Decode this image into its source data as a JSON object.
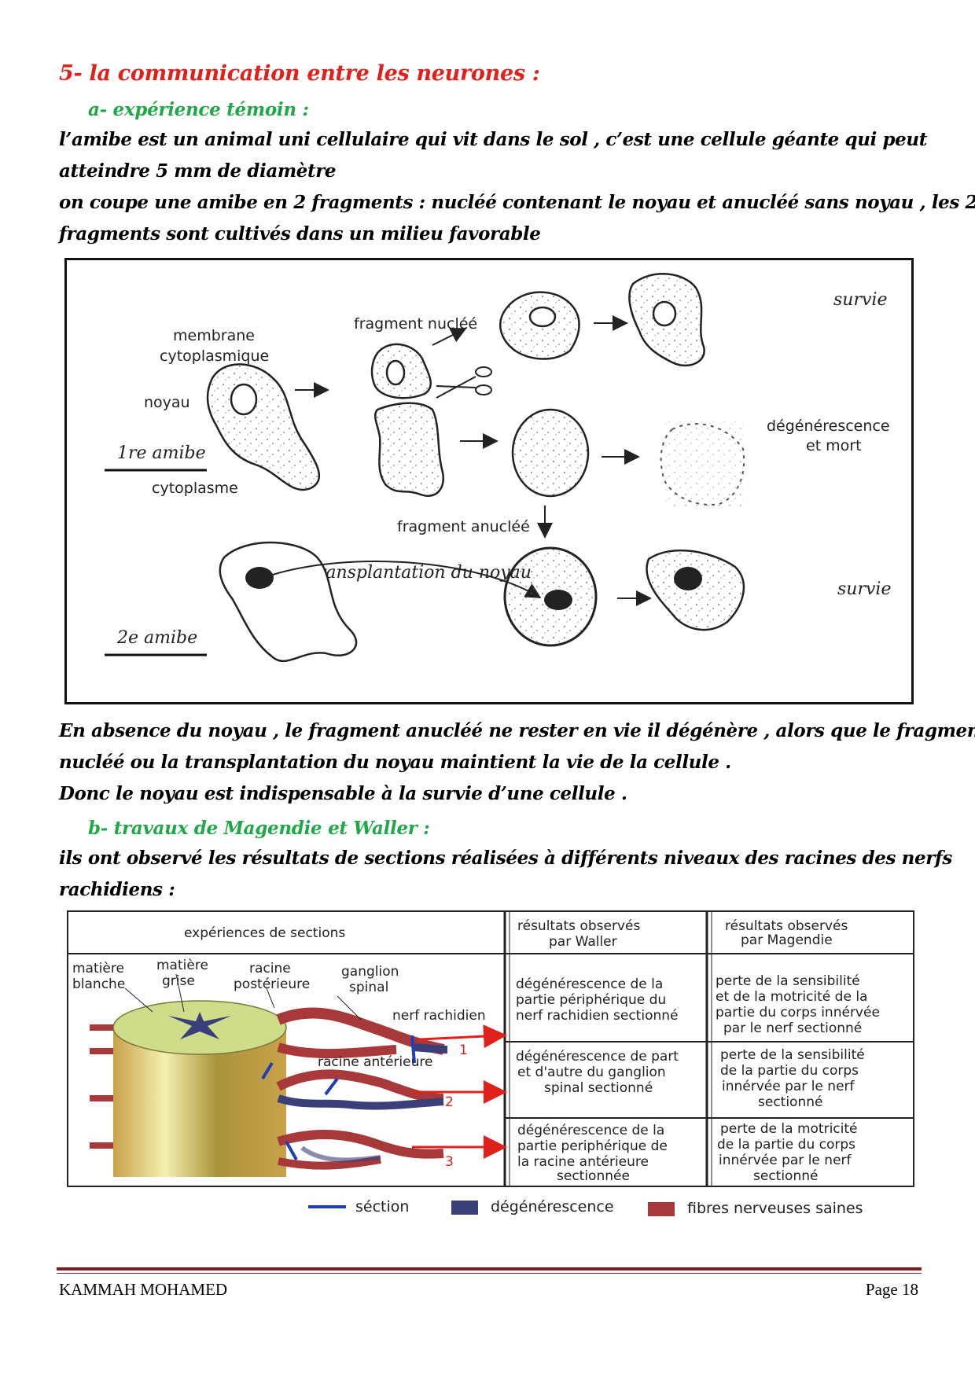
{
  "section": {
    "title": "5- la communication entre les neurones :",
    "sub_a": "a-  expérience témoin :",
    "para1": [
      "l’amibe est un animal uni cellulaire qui vit dans le sol , c’est une cellule géante qui peut",
      "atteindre 5 mm de diamètre",
      "on coupe une amibe en 2 fragments : nucléé contenant le noyau et anucléé sans noyau , les 2",
      "fragments sont cultivés dans un milieu favorable"
    ],
    "para2": [
      "En absence du noyau , le fragment anucléé ne rester en vie il dégénère , alors que le fragment",
      "nucléé ou la transplantation du noyau maintient la vie de la cellule .",
      "Donc le noyau est indispensable à la survie d’une cellule ."
    ],
    "sub_b": "b-  travaux de Magendie et Waller :",
    "para3": [
      "ils ont observé les résultats de sections réalisées à différents niveaux des racines des nerfs",
      "rachidiens :"
    ]
  },
  "figure1": {
    "labels": {
      "membrane1": "membrane",
      "membrane2": "cytoplasmique",
      "noyau": "noyau",
      "amibe1": "1re amibe",
      "cytoplasme": "cytoplasme",
      "frag_nuclee": "fragment nucléé",
      "frag_anuclee": "fragment anucléé",
      "survie": "survie",
      "degen1": "dégénérescence",
      "degen2": "et mort",
      "transplantation": "transplantation du noyau",
      "amibe2": "2e amibe"
    }
  },
  "figure2": {
    "header": {
      "col1": "expériences de sections",
      "col2_l1": "résultats observés",
      "col2_l2": "par Waller",
      "col3_l1": "résultats observés",
      "col3_l2": "par Magendie"
    },
    "labels": {
      "mb1": "matière",
      "mb2": "blanche",
      "mg1": "matière",
      "mg2": "grise",
      "rp1": "racine",
      "rp2": "postérieure",
      "gs1": "ganglion",
      "gs2": "spinal",
      "nr": "nerf rachidien",
      "ra": "racine antérieure",
      "n1": "1",
      "n2": "2",
      "n3": "3"
    },
    "rows": [
      {
        "waller": [
          "dégénérescence de la",
          "partie périphérique du",
          "nerf rachidien sectionné"
        ],
        "magendie": [
          "perte de la sensibilité",
          "et de la motricité de la",
          "partie du corps innérvée",
          "par le nerf sectionné"
        ]
      },
      {
        "waller": [
          "dégénérescence de part",
          "et d'autre du ganglion",
          "spinal sectionné"
        ],
        "magendie": [
          "perte de la sensibilité",
          "de la partie du corps",
          "innérvée par le nerf",
          "sectionné"
        ]
      },
      {
        "waller": [
          "dégénérescence de la",
          "partie periphérique de",
          "la racine antérieure",
          "sectionnée"
        ],
        "magendie": [
          "perte de la motricité",
          "de la partie du corps",
          "innérvée par le nerf",
          "sectionné"
        ]
      }
    ],
    "legend": {
      "section": "séction",
      "degeneration": "dégénérescence",
      "healthy": "fibres nerveuses saines"
    },
    "colors": {
      "section": "#1f3fb8",
      "degeneration": "#3a3f7a",
      "healthy": "#a8393a",
      "arrow": "#e0201b"
    }
  },
  "footer": {
    "author": "KAMMAH MOHAMED",
    "page": "Page 18"
  }
}
